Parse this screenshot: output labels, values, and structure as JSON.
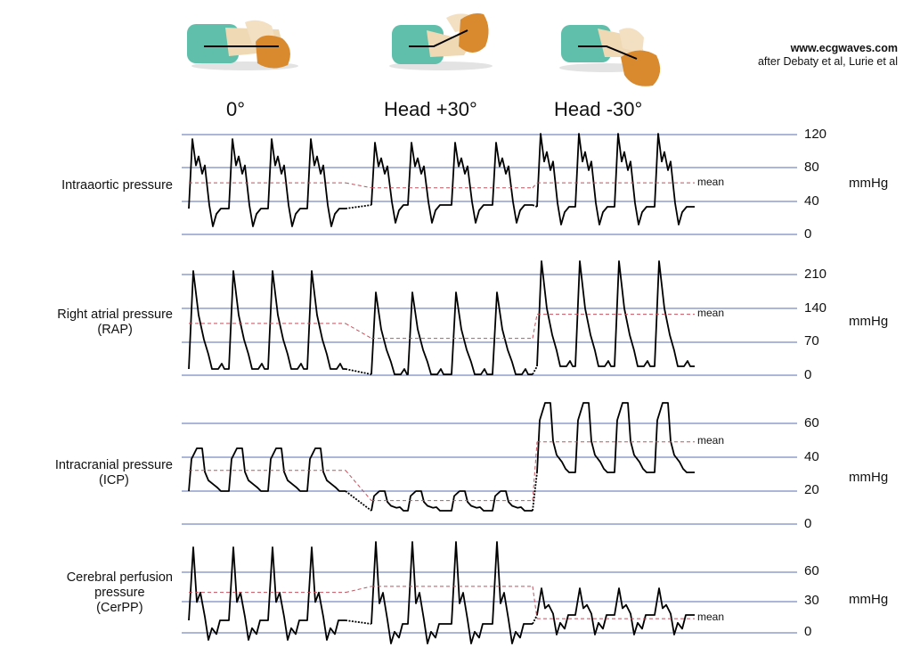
{
  "credit": {
    "site": "www.ecgwaves.com",
    "source": "after Debaty et al, Lurie et al"
  },
  "columns": [
    {
      "title": "0°"
    },
    {
      "title": "Head +30°"
    },
    {
      "title": "Head  -30°"
    }
  ],
  "unit": "mmHg",
  "mean_label": "mean",
  "colors": {
    "trace": "#000000",
    "gridline": "#5a6fb0",
    "mean": "#c2525e",
    "pillow": "#5fbfaa",
    "shirt": "#efd8b4",
    "skin": "#f3dfc2",
    "hair": "#d98a2e",
    "bed": "#e3e3e3"
  },
  "icons": [
    "patient-flat-icon",
    "patient-head-up-icon",
    "patient-head-down-icon"
  ],
  "panels": [
    {
      "key": "iap",
      "label_lines": [
        "Intraaortic pressure"
      ],
      "ticks": [
        "120",
        "80",
        "40",
        "0"
      ],
      "tick_values": [
        120,
        80,
        40,
        0
      ],
      "mean_values": [
        62,
        56,
        62
      ]
    },
    {
      "key": "rap",
      "label_lines": [
        "Right atrial pressure",
        "(RAP)"
      ],
      "ticks": [
        "210",
        "140",
        "70",
        "0"
      ],
      "tick_values": [
        210,
        140,
        70,
        0
      ],
      "mean_values": [
        108,
        77,
        127
      ]
    },
    {
      "key": "icp",
      "label_lines": [
        "Intracranial pressure",
        "(ICP)"
      ],
      "ticks": [
        "60",
        "40",
        "20",
        "0"
      ],
      "tick_values": [
        60,
        40,
        20,
        0
      ],
      "mean_values": [
        32,
        14,
        49
      ]
    },
    {
      "key": "cerpp",
      "label_lines": [
        "Cerebral perfusion",
        "pressure",
        "(CerPP)"
      ],
      "ticks": [
        "60",
        "30",
        "0"
      ],
      "tick_values": [
        60,
        30,
        0
      ],
      "mean_values": [
        40,
        46,
        14
      ]
    }
  ]
}
